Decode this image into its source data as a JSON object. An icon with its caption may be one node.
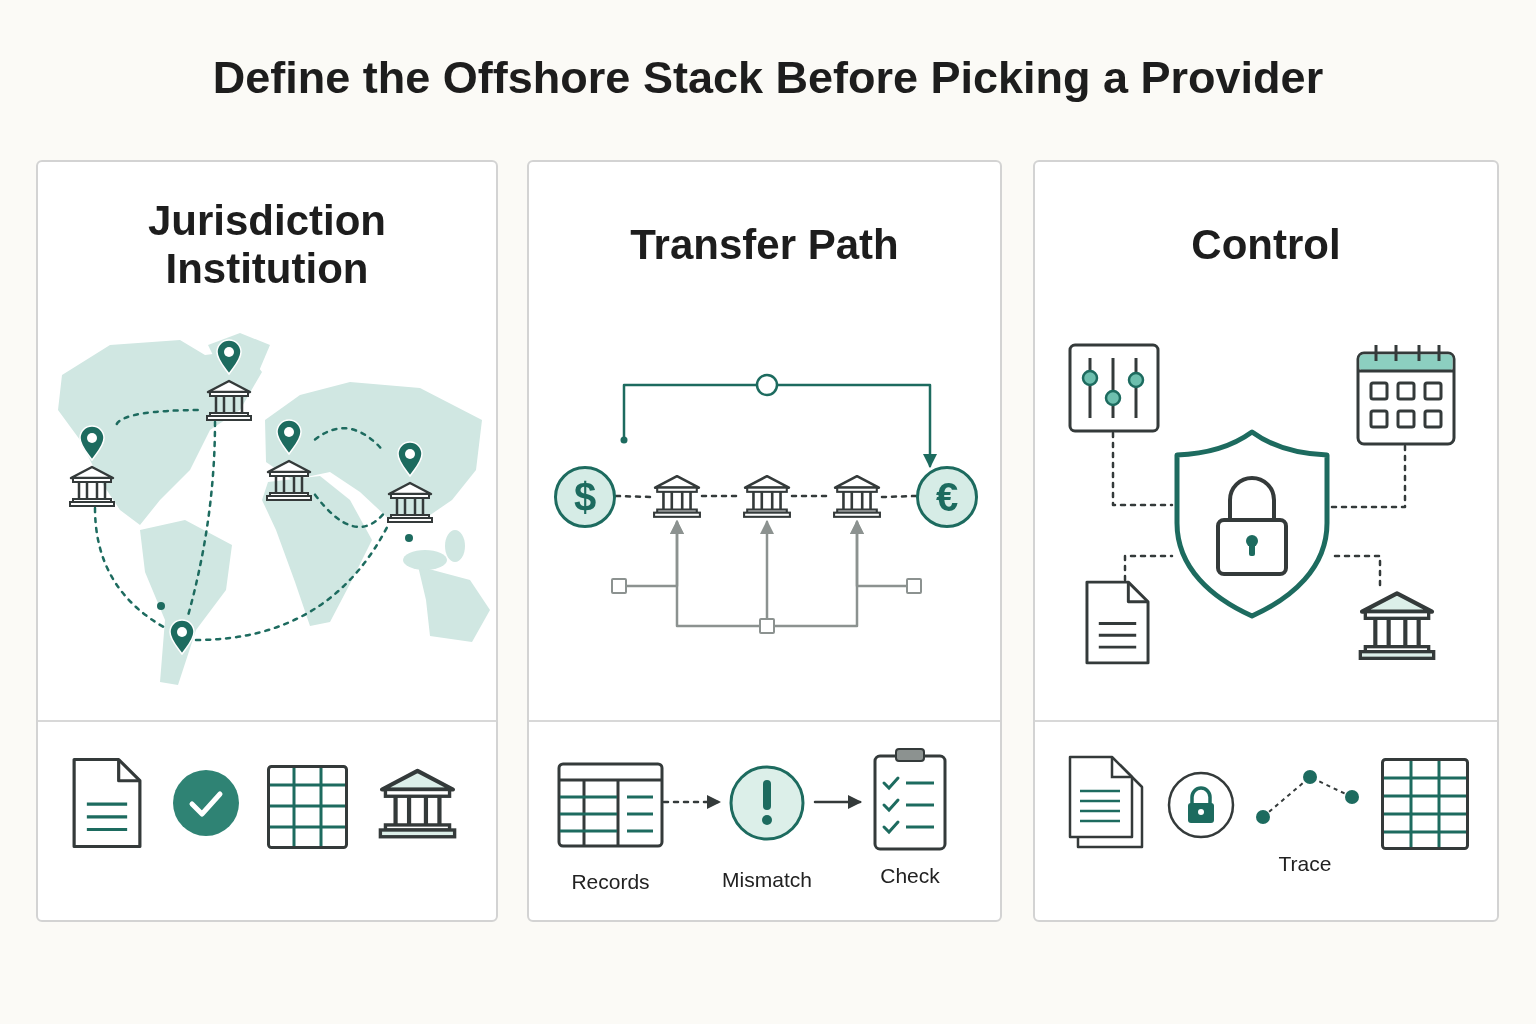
{
  "diagram": {
    "title": "Define the Offshore Stack Before Picking a Provider",
    "nodes": [
      {
        "text": [
          "Jurisdiction Institution"
        ]
      },
      {
        "text": [],
        "shape": "building",
        "in": 0
      },
      {
        "text": [],
        "shape": "building",
        "in": 0
      },
      {
        "text": [],
        "shape": "building",
        "in": 0
      },
      {
        "text": [],
        "shape": "building",
        "in": 0
      },
      {
        "text": [],
        "shape": "pin",
        "in": 0
      },
      {
        "text": [
          "Transfer Path"
        ]
      },
      {
        "text": [
          "$"
        ],
        "in": 6
      },
      {
        "text": [],
        "shape": "building",
        "in": 6
      },
      {
        "text": [],
        "shape": "building",
        "in": 6
      },
      {
        "text": [],
        "shape": "building",
        "in": 6
      },
      {
        "text": [
          "€"
        ],
        "in": 6
      },
      {
        "text": [],
        "shape": "box",
        "in": 6
      },
      {
        "text": [],
        "shape": "box",
        "in": 6
      },
      {
        "text": [],
        "shape": "box",
        "in": 6
      },
      {
        "text": [
          "Records"
        ],
        "in": 6
      },
      {
        "text": [
          "Mismatch"
        ],
        "in": 6
      },
      {
        "text": [
          "Check"
        ],
        "in": 6
      },
      {
        "text": [
          "Control"
        ]
      },
      {
        "text": [],
        "shape": "picture",
        "in": 18
      },
      {
        "text": [],
        "shape": "picture",
        "in": 18
      },
      {
        "text": [],
        "shape": "shield",
        "in": 18
      },
      {
        "text": [],
        "shape": "picture",
        "in": 18
      },
      {
        "text": [],
        "shape": "building",
        "in": 18
      }
    ],
    "edges": [
      {
        "from": 1,
        "to": 2,
        "arrow": "none",
        "style": "dashed",
        "color": "#1d6b5f"
      },
      {
        "from": 1,
        "to": 5,
        "arrow": "none",
        "style": "dashed",
        "color": "#1d6b5f"
      },
      {
        "from": 2,
        "to": 5,
        "arrow": "none",
        "style": "dashed",
        "color": "#1d6b5f"
      },
      {
        "from": 3,
        "to": 4,
        "arrow": "none",
        "style": "dashed",
        "color": "#1d6b5f"
      },
      {
        "from": 3,
        "to": 4,
        "arrow": "none",
        "style": "dashed",
        "color": "#1d6b5f"
      },
      {
        "from": 5,
        "to": 4,
        "arrow": "none",
        "style": "dashed",
        "color": "#1d6b5f"
      },
      {
        "from": 7,
        "to": 8,
        "arrow": "none",
        "style": "dashed"
      },
      {
        "from": 8,
        "to": 9,
        "arrow": "none",
        "style": "dashed"
      },
      {
        "from": 9,
        "to": 10,
        "arrow": "none",
        "style": "dashed"
      },
      {
        "from": 10,
        "to": 11,
        "arrow": "none",
        "style": "dashed"
      },
      {
        "from": null,
        "to": 11,
        "arrow": "to",
        "color": "#1d6b5f"
      },
      {
        "from": 13,
        "to": 8,
        "arrow": "to",
        "color": "#8c9290"
      },
      {
        "from": 13,
        "to": 9,
        "arrow": "to",
        "color": "#8c9290"
      },
      {
        "from": 13,
        "to": 10,
        "arrow": "to",
        "color": "#8c9290"
      },
      {
        "from": 12,
        "to": 8,
        "arrow": "to",
        "color": "#8c9290"
      },
      {
        "from": 14,
        "to": 10,
        "arrow": "to",
        "color": "#8c9290"
      },
      {
        "from": 15,
        "to": 16,
        "arrow": "to",
        "style": "dashed"
      },
      {
        "from": 16,
        "to": 17,
        "arrow": "to"
      },
      {
        "from": 19,
        "to": 21,
        "arrow": "none",
        "style": "dashed"
      },
      {
        "from": 20,
        "to": 21,
        "arrow": "none",
        "style": "dashed"
      },
      {
        "from": 22,
        "to": 21,
        "arrow": "none",
        "style": "dashed"
      },
      {
        "from": 23,
        "to": 21,
        "arrow": "none",
        "style": "dashed"
      }
    ],
    "labels": [
      "Trace"
    ]
  }
}
